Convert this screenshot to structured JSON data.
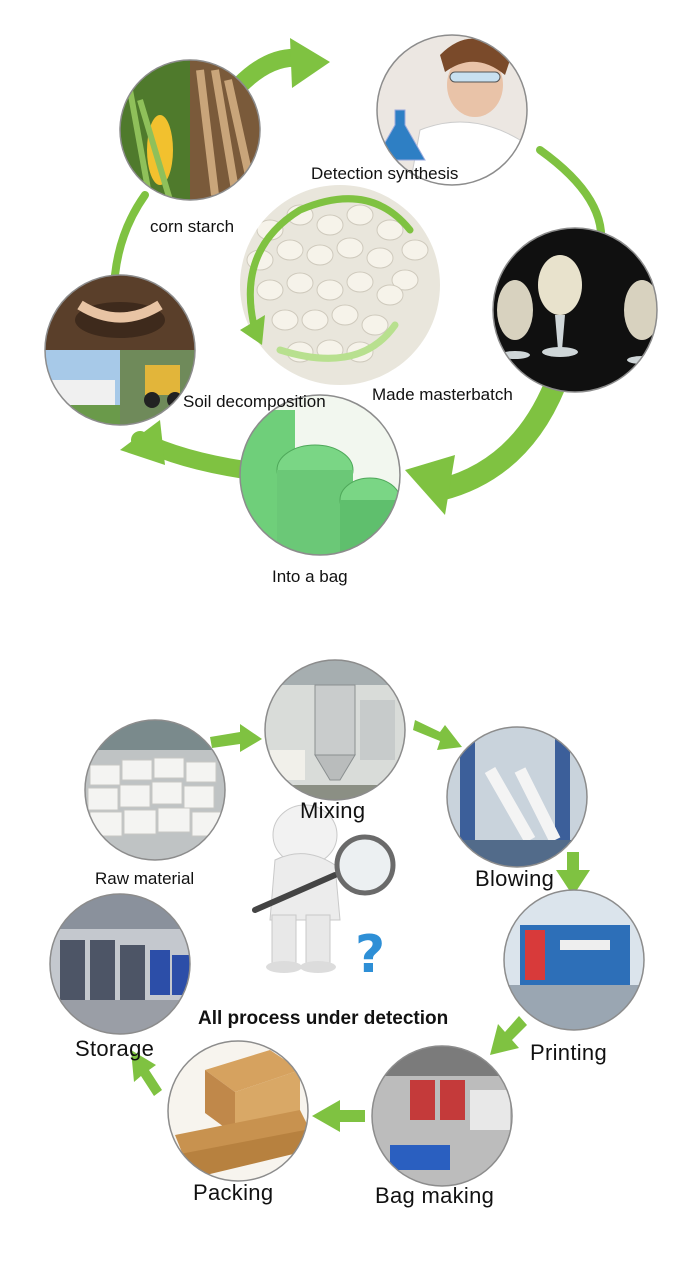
{
  "colors": {
    "arrow": "#7fc241",
    "arrow_dark": "#6fb533",
    "photo_border": "#8c8c8c",
    "question_mark": "#2e8fd6"
  },
  "top_cycle": {
    "nodes": [
      {
        "id": "corn",
        "label": "corn starch",
        "icon": "corn-and-roots-photo"
      },
      {
        "id": "detection",
        "label": "Detection synthesis",
        "icon": "lab-scientist-photo"
      },
      {
        "id": "masterbatch",
        "label": "Made masterbatch",
        "icon": "granule-samples-photo"
      },
      {
        "id": "bag",
        "label": "Into a bag",
        "icon": "green-bag-rolls-photo"
      },
      {
        "id": "soil",
        "label": "Soil decomposition",
        "icon": "soil-and-factory-photo"
      }
    ],
    "center_icon": "white-pellets-photo"
  },
  "bottom_cycle": {
    "nodes": [
      {
        "id": "raw",
        "label": "Raw material",
        "icon": "warehouse-bags-photo"
      },
      {
        "id": "mixing",
        "label": "Mixing",
        "icon": "mixing-machine-photo"
      },
      {
        "id": "blowing",
        "label": "Blowing",
        "icon": "film-blowing-machine-photo"
      },
      {
        "id": "printing",
        "label": "Printing",
        "icon": "printing-machine-photo"
      },
      {
        "id": "bagmaking",
        "label": "Bag making",
        "icon": "bag-making-machine-photo"
      },
      {
        "id": "packing",
        "label": "Packing",
        "icon": "cardboard-boxes-photo"
      },
      {
        "id": "storage",
        "label": "Storage",
        "icon": "storage-warehouse-photo"
      }
    ],
    "center_caption": "All process under detection",
    "center_icon": "inspector-magnifier-figure",
    "question_icon": "question-mark-icon"
  }
}
